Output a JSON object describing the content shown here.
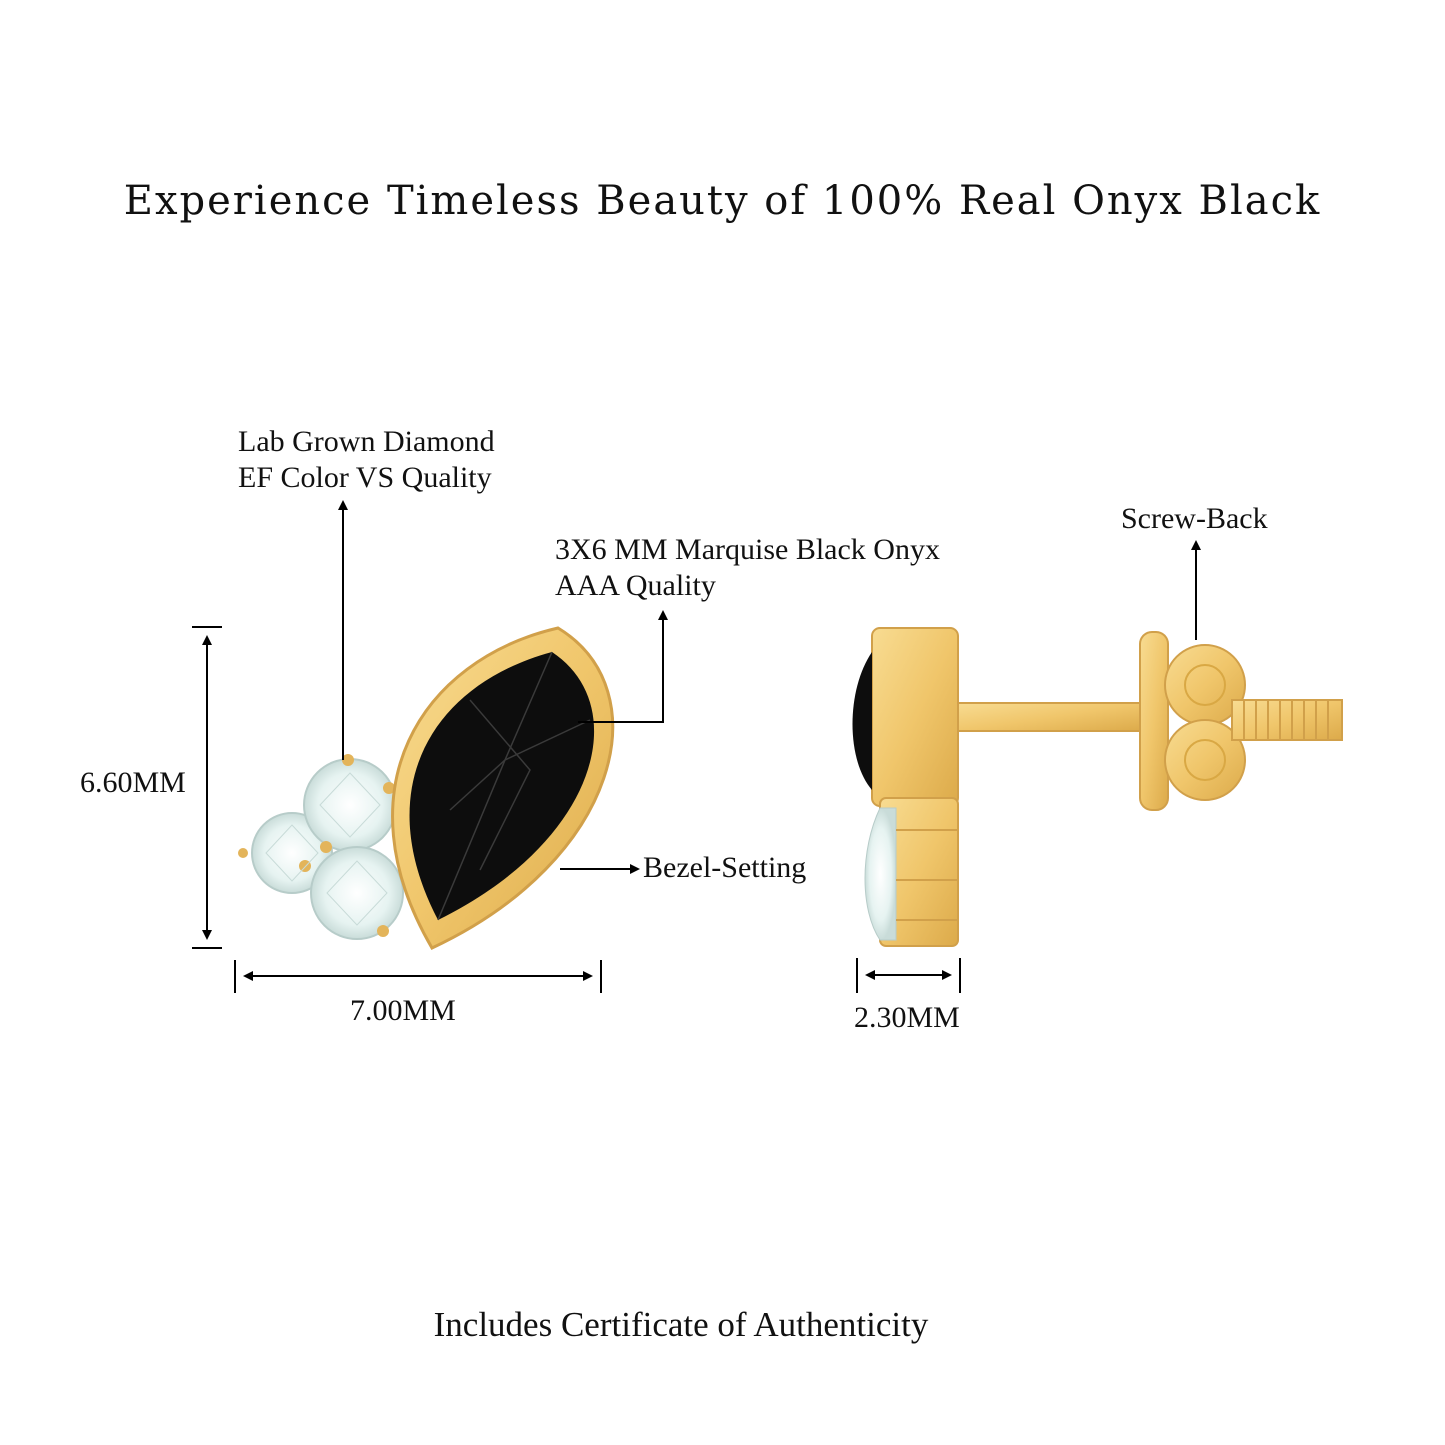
{
  "title": "Experience Timeless Beauty of 100% Real Onyx Black",
  "footer": "Includes Certificate of Authenticity",
  "labels": {
    "diamond_line1": "Lab Grown Diamond",
    "diamond_line2": "EF Color VS Quality",
    "onyx_line1": "3X6 MM Marquise Black Onyx",
    "onyx_line2": "AAA Quality",
    "bezel": "Bezel-Setting",
    "screw_back": "Screw-Back"
  },
  "dimensions": {
    "height": "6.60MM",
    "width": "7.00MM",
    "depth": "2.30MM"
  },
  "colors": {
    "gold": "#f3cf7c",
    "gold_dark": "#d9a844",
    "onyx": "#0d0d0d",
    "diamond": "#eef7f6"
  }
}
